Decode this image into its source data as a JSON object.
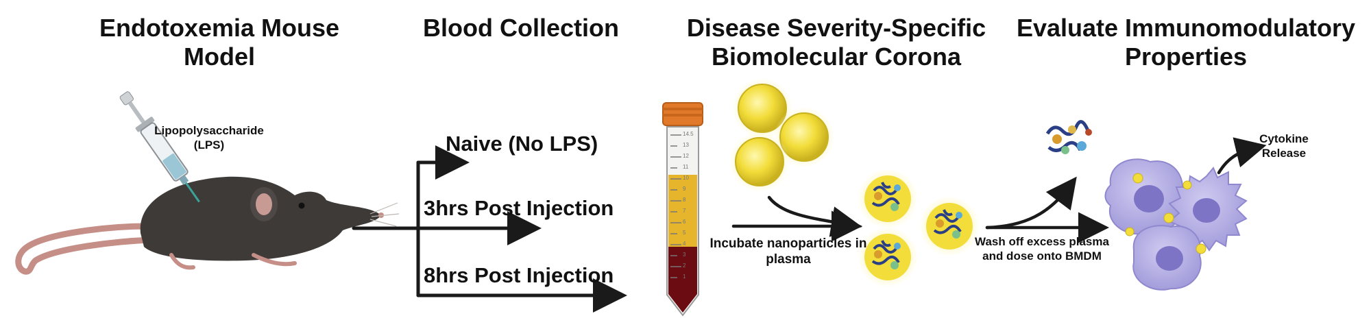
{
  "headings": {
    "model": "Endotoxemia Mouse Model",
    "blood": "Blood Collection",
    "corona": "Disease Severity-Specific Biomolecular Corona",
    "evaluate": "Evaluate Immunomodulatory Properties"
  },
  "labels": {
    "lps": "Lipopolysaccharide (LPS)",
    "naive": "Naive (No LPS)",
    "post3": "3hrs Post Injection",
    "post8": "8hrs Post Injection",
    "incubate": "Incubate nanoparticles in plasma",
    "wash": "Wash off excess plasma and dose onto BMDM",
    "cytokine": "Cytokine Release",
    "tube_marks": [
      "14.5",
      "13",
      "12",
      "11",
      "10",
      "9",
      "8",
      "7",
      "6",
      "5",
      "4",
      "3",
      "2",
      "1"
    ]
  },
  "colors": {
    "mouse": "#3e3a38",
    "tail": "#c58e87",
    "plasma": "#e6b52c",
    "blood": "#6b0c12",
    "cap": "#e0792a",
    "nanoparticle": "#f4df3a",
    "cell": "#b7b1e4",
    "nucleus": "#7d74c6",
    "arrow": "#1a1a1a"
  }
}
